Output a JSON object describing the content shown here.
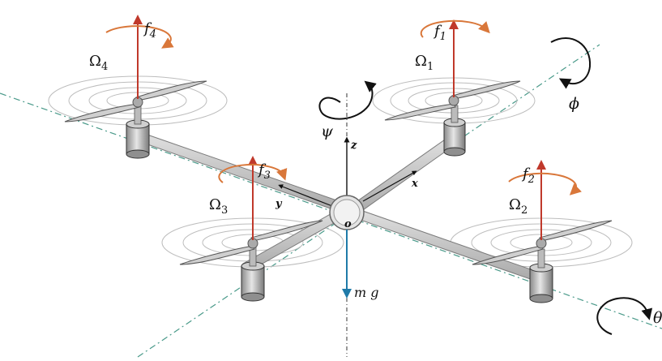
{
  "labels": {
    "f1": "f",
    "f1_sub": "1",
    "f2": "f",
    "f2_sub": "2",
    "f3": "f",
    "f3_sub": "3",
    "f4": "f",
    "f4_sub": "4",
    "omega1": "Ω",
    "omega1_sub": "1",
    "omega2": "Ω",
    "omega2_sub": "2",
    "omega3": "Ω",
    "omega3_sub": "3",
    "omega4": "Ω",
    "omega4_sub": "4",
    "psi": "ψ",
    "phi": "ϕ",
    "theta": "θ",
    "axis_z": "z",
    "axis_x": "x",
    "axis_y": "y",
    "origin": "o",
    "weight": "m g"
  },
  "colors": {
    "force": "#c0392b",
    "rotation": "#d9773a",
    "weight": "#1f7aa8",
    "axis_line": "#4a9a8a",
    "frame": "#b9b9b9",
    "moment": "#111111"
  }
}
